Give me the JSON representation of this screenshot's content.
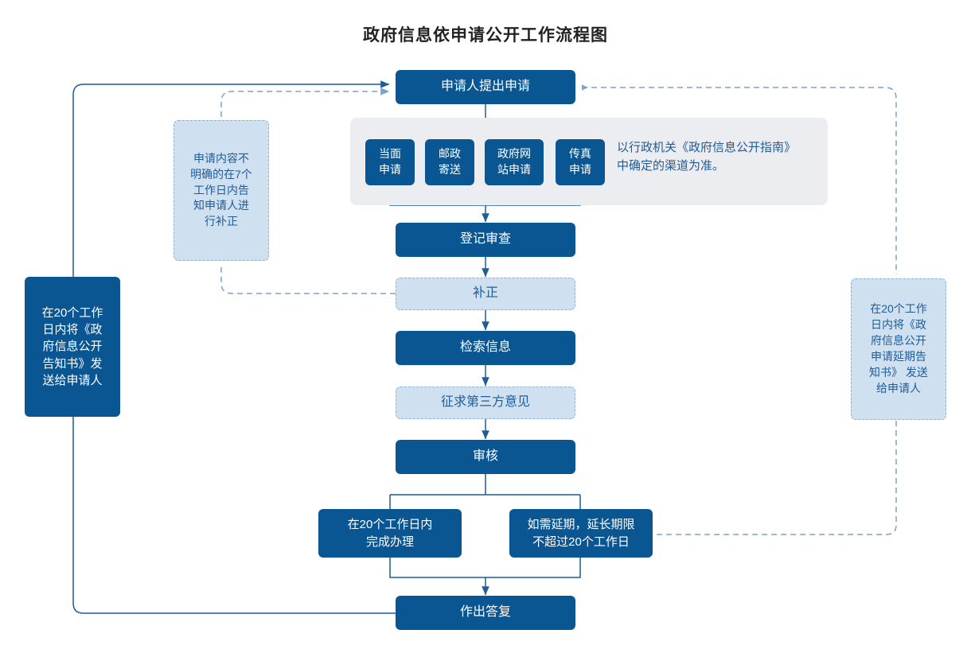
{
  "title": "政府信息依申请公开工作流程图",
  "colors": {
    "dark_fill": "#0a5693",
    "light_fill": "#cfe0f0",
    "light_border": "#8fb4d4",
    "panel_fill": "#ecedf0",
    "line_solid": "#1f5c99",
    "line_dashed": "#7ba3c8",
    "text_on_dark": "#ffffff",
    "text_on_light": "#1f5c99",
    "title_text": "#222222"
  },
  "nodes": {
    "apply": {
      "label": "申请人提出申请",
      "style": "dark"
    },
    "channel_1": {
      "label": "当面\n申请",
      "style": "dark"
    },
    "channel_2": {
      "label": "邮政\n寄送",
      "style": "dark"
    },
    "channel_3": {
      "label": "政府网\n站申请",
      "style": "dark"
    },
    "channel_4": {
      "label": "传真\n申请",
      "style": "dark"
    },
    "register": {
      "label": "登记审查",
      "style": "dark"
    },
    "correction": {
      "label": "补正",
      "style": "light"
    },
    "retrieve": {
      "label": "检索信息",
      "style": "dark"
    },
    "third_party": {
      "label": "征求第三方意见",
      "style": "light"
    },
    "review": {
      "label": "审核",
      "style": "dark"
    },
    "complete_20": {
      "label": "在20个工作日内\n完成办理",
      "style": "dark"
    },
    "extension": {
      "label": "如需延期，延长期限\n不超过20个工作日",
      "style": "dark"
    },
    "reply": {
      "label": "作出答复",
      "style": "dark"
    },
    "left_note_box": {
      "label": "在20个工作\n日内将《政\n府信息公开\n告知书》发\n送给申请人",
      "style": "dark"
    },
    "correction_note_box": {
      "label": "申请内容不\n明确的在7个\n工作日内告\n知申请人进\n行补正",
      "style": "light"
    },
    "right_note_box": {
      "label": "在20个工作\n日内将《政\n府信息公开\n申请延期告\n知书》 发送\n给申请人",
      "style": "light"
    }
  },
  "channel_note": "以行政机关《政府信息公开指南》\n中确定的渠道为准。"
}
